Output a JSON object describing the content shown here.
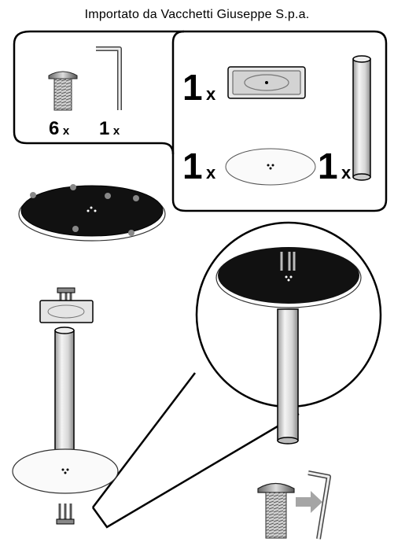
{
  "header": {
    "importer_text": "Importato da Vacchetti Giuseppe S.p.a."
  },
  "parts": {
    "screw": {
      "icon": "screw-icon",
      "qty_num": "6",
      "qty_x": "x"
    },
    "hex_key": {
      "icon": "allen-key-icon",
      "qty_num": "1",
      "qty_x": "x"
    },
    "bracket": {
      "icon": "mounting-bracket-icon",
      "qty_num": "1",
      "qty_x": "x"
    },
    "base": {
      "icon": "base-disc-icon",
      "qty_num": "1",
      "qty_x": "x"
    },
    "pole": {
      "icon": "pole-icon",
      "qty_num": "1",
      "qty_x": "x"
    }
  }
}
